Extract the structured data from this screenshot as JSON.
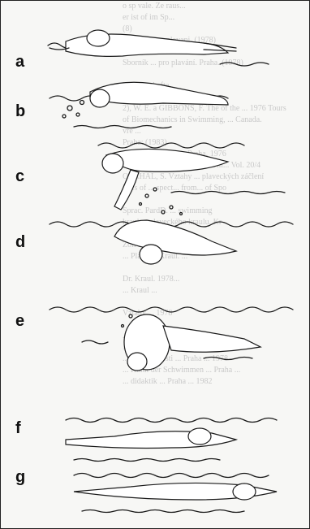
{
  "figure": {
    "panels": [
      {
        "letter": "a",
        "description_icon": "swimmer-glide-icon"
      },
      {
        "letter": "b",
        "description_icon": "swimmer-flip-start-icon"
      },
      {
        "letter": "c",
        "description_icon": "swimmer-flip-tuck-icon"
      },
      {
        "letter": "d",
        "description_icon": "swimmer-flip-roll-icon"
      },
      {
        "letter": "e",
        "description_icon": "swimmer-flip-turn-icon"
      },
      {
        "letter": "f",
        "description_icon": "swimmer-pushoff-icon"
      },
      {
        "letter": "g",
        "description_icon": "swimmer-streamline-icon"
      }
    ]
  },
  "background_text": [
    "o sp vale. Ze raus...",
    "er ist of im Sp...",
    "(8)",
    "Shromelp. ... plavani. (1978)",
    "(1977)",
    "Sborník ... pro plavání. Praha. (1978)",
    "",
    "Wissenschafte...",
    "",
    "2), W. E. a GIBBONS, F. The of the ... 1976 Tours",
    "of Biomechanics in Swimming, ... Canada.",
    "vre ...",
    "Praha: (1983)",
    "popory a didaktika. Praha. 1976",
    "a kraulov poziplic. In Acta Uni... Vol. 20/4",
    "OTÁHAL, S. Vztahy ... plaveckých záčlení",
    "lysis of ... spect... from... of Spo",
    "",
    "Sprac. PardD. ... swimming",
    "kraul ... plaveckého kraulu. Kr",
    "",
    "Zoll a rinnen Kraul",
    "... Plavání. Kraul. ...",
    "",
    "Dr. Kraul. 1978...",
    "... Kraul ...",
    "",
    "Vztahy ... 1978",
    "",
    "... iskou nástroje ...",
    "... FTVS UK ...",
    "... ni a rychlosti ... Praha ... 1978",
    "... Hladt der Schwimmen ... Praha ...",
    "... didaktik ... Praha ... 1982"
  ],
  "colors": {
    "ink": "#1a1a1a",
    "paper": "#f7f7f5",
    "ghost_text": "#c9c9c9"
  }
}
